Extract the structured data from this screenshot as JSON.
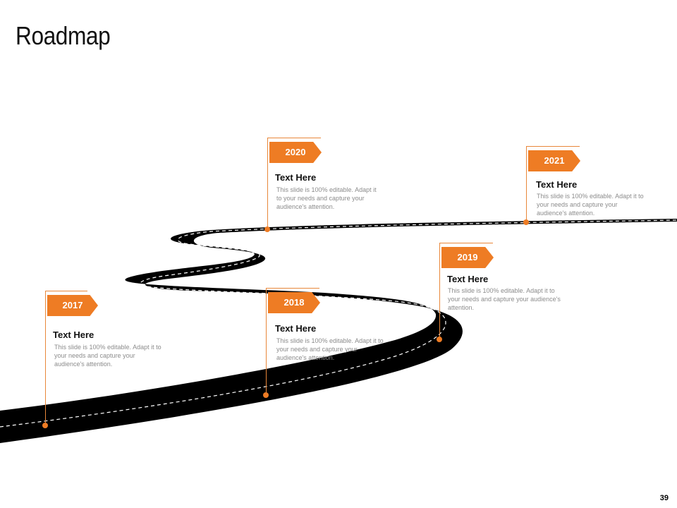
{
  "page": {
    "title": "Roadmap",
    "page_number": "39"
  },
  "colors": {
    "accent": "#ee7c24",
    "road": "#000000",
    "lane": "#ffffff",
    "body_text": "#8c8c8c"
  },
  "milestones": [
    {
      "year": "2017",
      "heading": "Text Here",
      "body": "This slide is 100% editable. Adapt it to your needs and capture your audience's attention."
    },
    {
      "year": "2018",
      "heading": "Text Here",
      "body": "This slide is 100% editable. Adapt it to your needs and capture your audience's attention."
    },
    {
      "year": "2019",
      "heading": "Text Here",
      "body": "This slide is 100% editable. Adapt it to your needs and capture your audience's attention."
    },
    {
      "year": "2020",
      "heading": "Text Here",
      "body": "This slide is 100% editable. Adapt it to your needs and capture your audience's attention."
    },
    {
      "year": "2021",
      "heading": "Text Here",
      "body": "This slide is 100% editable. Adapt it to your needs and capture your audience's attention."
    }
  ]
}
